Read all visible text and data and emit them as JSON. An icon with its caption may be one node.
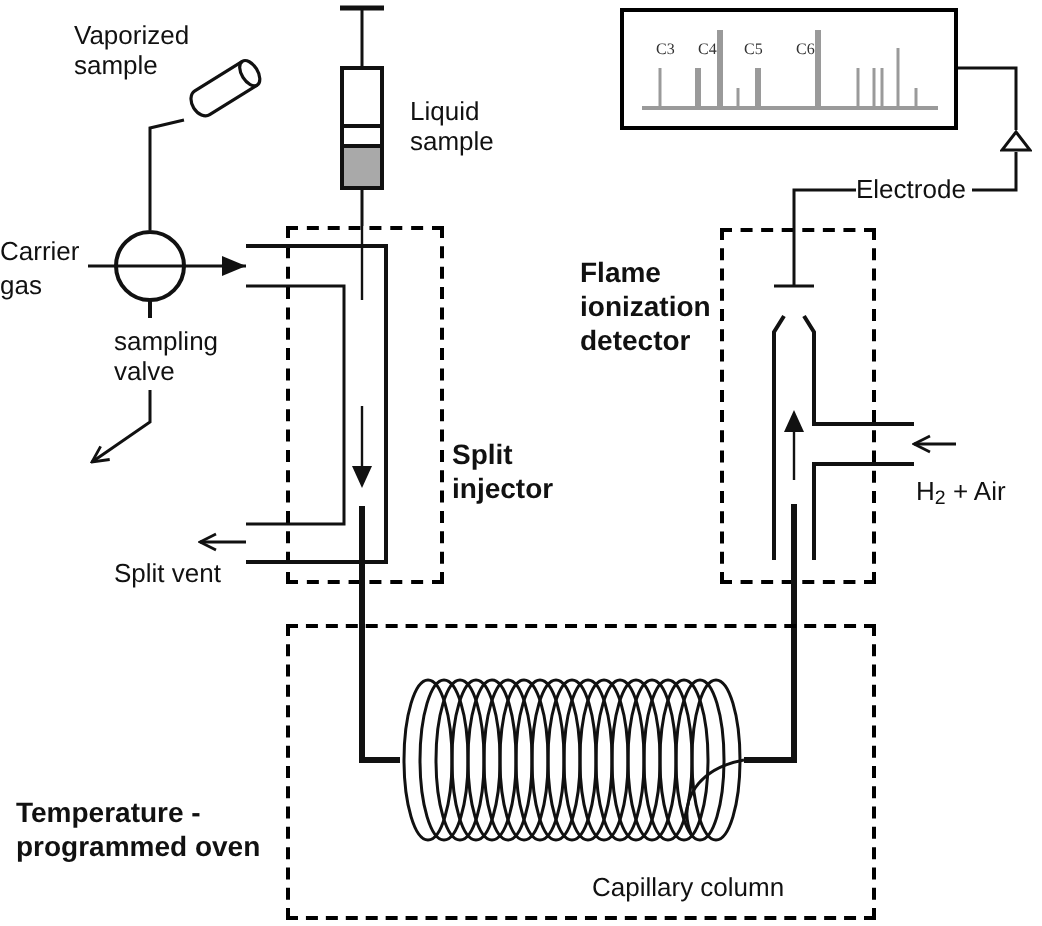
{
  "diagram": {
    "nodes": [
      {
        "text": [],
        "shape": "cylinder",
        "beside": [
          "Vaporized sample"
        ]
      },
      {
        "text": [
          "Liquid sample"
        ]
      },
      {
        "text": [
          "C3",
          "C4",
          "C5",
          "C6"
        ]
      },
      {
        "text": [],
        "shape": "triangle"
      },
      {
        "text": [
          "Carrier gas"
        ]
      },
      {
        "text": [
          "sampling valve"
        ]
      },
      {
        "text": [
          "Split injector"
        ]
      },
      {
        "text": [
          "Electrode"
        ]
      },
      {
        "text": [
          "Flame ionization detector"
        ]
      },
      {
        "text": [
          "Temperature - programmed oven"
        ]
      },
      {
        "text": [],
        "shape": "coil",
        "beside": [
          "Capillary column"
        ],
        "in": 9
      }
    ],
    "edges": [
      {
        "from": 0,
        "to": 5,
        "arrow": "none"
      },
      {
        "from": 4,
        "to": 5,
        "arrow": "none"
      },
      {
        "from": 5,
        "to": 6,
        "arrow": "to"
      },
      {
        "from": 5,
        "to": null,
        "arrow": "to"
      },
      {
        "from": 1,
        "to": 6,
        "arrow": "none"
      },
      {
        "from": 6,
        "to": null,
        "arrow": "to",
        "label": "Split vent"
      },
      {
        "from": 6,
        "to": 10,
        "arrow": "none",
        "style": "thick"
      },
      {
        "from": 10,
        "to": 8,
        "arrow": "none",
        "style": "thick"
      },
      {
        "from": 2,
        "to": 3,
        "arrow": "none"
      },
      {
        "from": 3,
        "to": 7,
        "arrow": "none"
      },
      {
        "from": 7,
        "to": 8,
        "arrow": "none"
      },
      {
        "from": null,
        "to": 8,
        "arrow": "to",
        "label": "H$_{2}$ + Air"
      }
    ]
  }
}
